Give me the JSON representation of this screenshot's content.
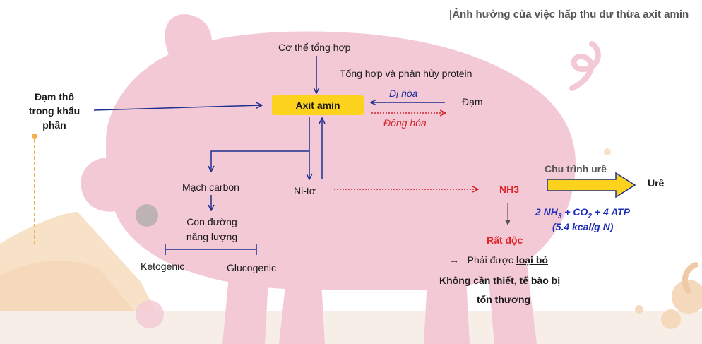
{
  "title": "|Ảnh hưởng của việc hấp thu dư thừa axit amin",
  "nodes": {
    "dam_tho": [
      "Đạm thô",
      "trong khẩu",
      "phần"
    ],
    "co_the": "Cơ thể tổng hợp",
    "tong_hop": "Tổng hợp và phân hủy protein",
    "axit_amin": "Axit amin",
    "di_hoa": "Dị hóa",
    "dong_hoa": "Đồng hóa",
    "dam": "Đạm",
    "mach_carbon": "Mạch carbon",
    "con_duong": [
      "Con đường",
      "năng lượng"
    ],
    "ketogenic": "Ketogenic",
    "glucogenic": "Glucogenic",
    "nito": "Ni-tơ",
    "nh3": "NH3",
    "chu_trinh": "Chu trình urê",
    "ure": "Urê",
    "rat_doc": "Rất độc",
    "phai_arrow": "→",
    "phai_duoc": "Phải được ",
    "loai_bo": "loại bỏ",
    "khong_can": "Không cần thiết, tế bào bị",
    "ton_thuong": "tổn thương"
  },
  "equation": {
    "p1": "2 NH",
    "s1": "3",
    "p2": " + CO",
    "s2": "2",
    "p3": " + 4 ATP",
    "line2": "(5.4 kcal/g N)"
  },
  "colors": {
    "arrow_blue": "#1f2f8f",
    "arrow_red": "#d0262b",
    "highlight": "#fdd21d",
    "pig": "#f4c9d6"
  }
}
